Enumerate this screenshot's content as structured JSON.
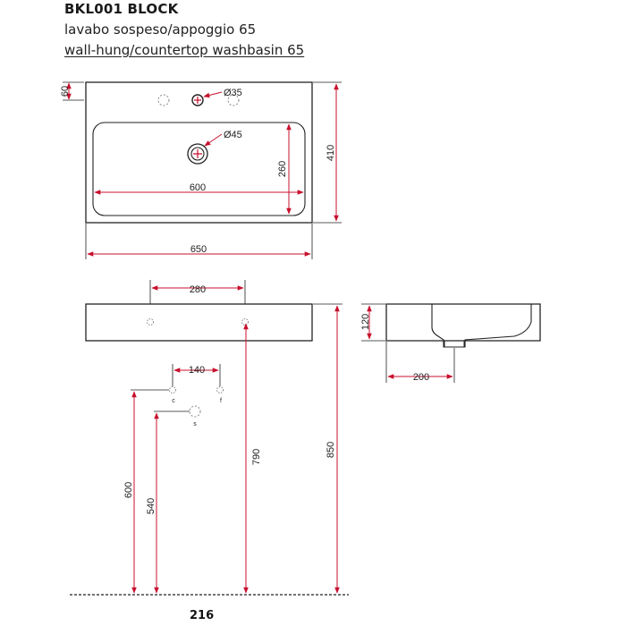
{
  "header": {
    "title": "BKL001 BLOCK",
    "subtitle_it": "lavabo sospeso/appoggio 65",
    "subtitle_en": "wall-hung/countertop washbasin 65"
  },
  "top_view": {
    "dim_hole_offset": "60",
    "tap_hole_label": "Ø35",
    "drain_label": "Ø45",
    "basin_inner_width": "600",
    "basin_inner_depth": "260",
    "overall_depth": "410",
    "overall_width": "650"
  },
  "front_view": {
    "fixing_spacing": "280",
    "fixing_height": "790",
    "top_height": "850"
  },
  "side_view": {
    "height": "120",
    "drain_depth": "200"
  },
  "wall_view": {
    "supply_spacing": "140",
    "cold_mark": "c",
    "hot_mark": "f",
    "waste_mark": "s",
    "supply_height": "600",
    "waste_height": "540"
  },
  "colors": {
    "arrow": "#c8102e",
    "line": "#222222"
  },
  "page_number": "216"
}
